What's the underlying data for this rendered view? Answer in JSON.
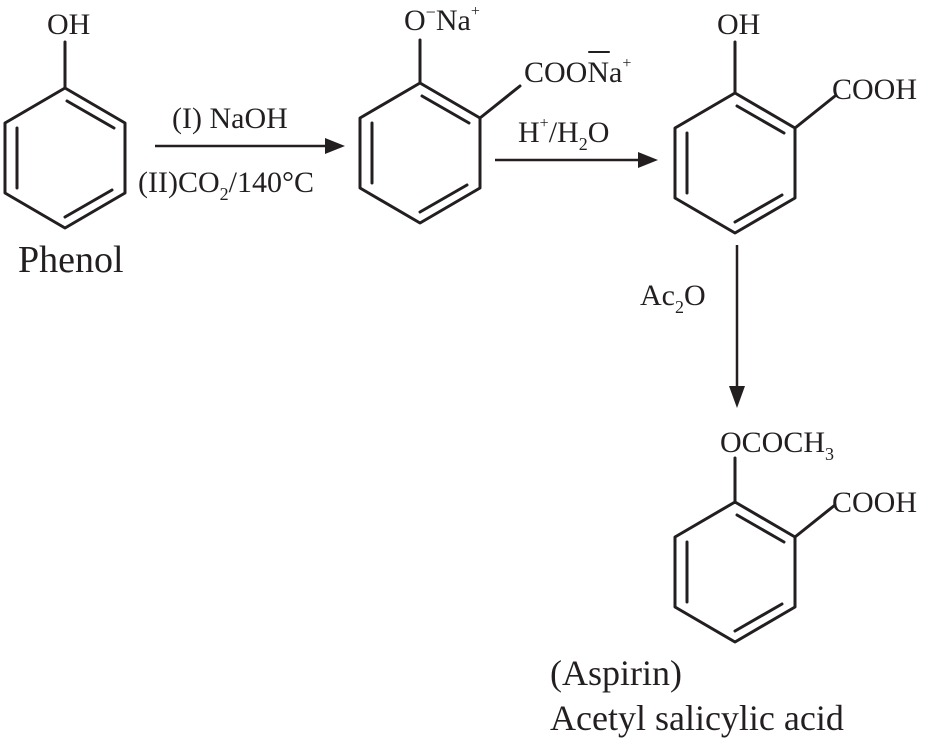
{
  "phenol": {
    "substituent": "OH",
    "name": "Phenol"
  },
  "step1": {
    "reagent_line1": "(I) NaOH",
    "reagent_line2_prefix": "(II)CO",
    "reagent_line2_sub": "2",
    "reagent_line2_suffix": "/140°C"
  },
  "salt": {
    "o_label": "O",
    "o_charge": "−",
    "o_counter": "Na",
    "o_counter_charge": "+",
    "carboxylate_prefix": "COO",
    "carboxylate_bar_o": "O",
    "carboxylate_counter": "Na",
    "carboxylate_counter_charge": "+"
  },
  "step2": {
    "reagent_h": "H",
    "reagent_h_charge": "+",
    "reagent_slash": "/H",
    "reagent_sub": "2",
    "reagent_o": "O"
  },
  "salicylic": {
    "substituent_oh": "OH",
    "substituent_cooh": "COOH"
  },
  "step3": {
    "reagent_prefix": "Ac",
    "reagent_sub": "2",
    "reagent_suffix": "O"
  },
  "aspirin": {
    "substituent_ester_prefix": "OCOCH",
    "substituent_ester_sub": "3",
    "substituent_cooh": "COOH",
    "name_line1": "(Aspirin)",
    "name_line2": "Acetyl salicylic acid"
  }
}
